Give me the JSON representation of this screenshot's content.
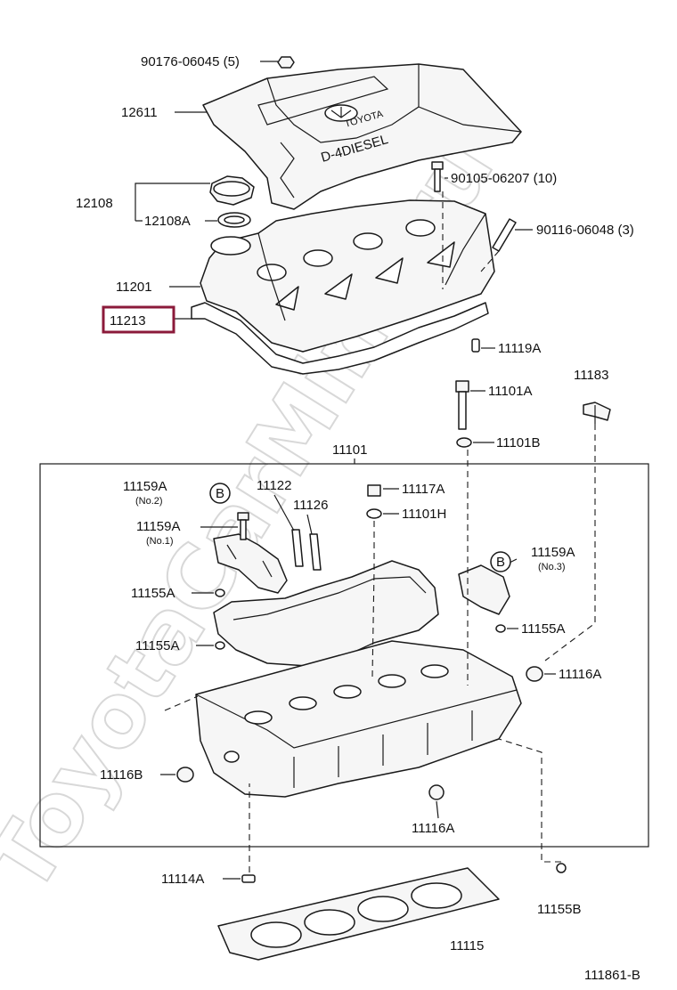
{
  "diagram": {
    "watermark": "ToyotaCarMine.ru",
    "figure_code": "111861-B",
    "highlight_color": "#8b1a3a",
    "highlighted_part": "11213",
    "labels": {
      "p90176": "90176-06045 (5)",
      "p12611": "12611",
      "p90105": "90105-06207 (10)",
      "p12108": "12108",
      "p12108A": "12108A",
      "p90116": "90116-06048 (3)",
      "p11201": "11201",
      "p11213": "11213",
      "p11119A": "11119A",
      "p11183": "11183",
      "p11101A": "11101A",
      "p11101B": "11101B",
      "p11101": "11101",
      "p11159A_no2": "11159A",
      "no2": "(No.2)",
      "p11122": "11122",
      "p11117A": "11117A",
      "p11126": "11126",
      "p11101H": "11101H",
      "p11159A_no1": "11159A",
      "no1": "(No.1)",
      "p11159A_no3": "11159A",
      "no3": "(No.3)",
      "p11155A_1": "11155A",
      "p11155A_2": "11155A",
      "p11155A_3": "11155A",
      "p11116A_1": "11116A",
      "p11116B": "11116B",
      "p11116A_2": "11116A",
      "p11114A": "11114A",
      "p11155B": "11155B",
      "p11115": "11115",
      "marker_b": "B",
      "cover_brand": "TOYOTA",
      "cover_text": "D-4DIESEL"
    }
  }
}
